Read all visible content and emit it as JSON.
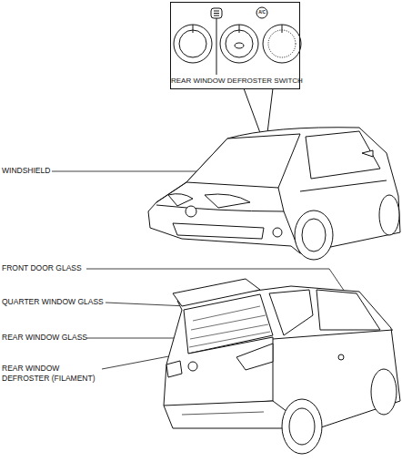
{
  "diagram": {
    "nodes": [
      {
        "text": [
          "REAR WINDOW DEFROSTER SWITCH"
        ]
      }
    ],
    "labels": [
      "A/C",
      "WINDSHIELD",
      "FRONT DOOR GLASS",
      "QUARTER WINDOW GLASS",
      "REAR WINDOW GLASS",
      "REAR WINDOW DEFROSTER (FILAMENT)"
    ]
  }
}
